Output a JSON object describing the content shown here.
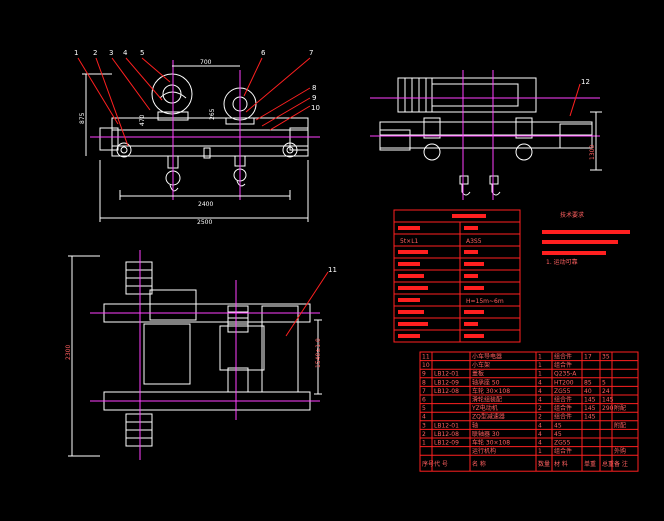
{
  "balloons": {
    "b1": "1",
    "b2": "2",
    "b3": "3",
    "b4": "4",
    "b5": "5",
    "b6": "6",
    "b7": "7",
    "b8": "8",
    "b9": "9",
    "b10": "10",
    "b11": "11",
    "b12": "12"
  },
  "dims": {
    "front_width": "2500",
    "front_inner": "2400",
    "front_top": "700",
    "front_height": "875",
    "front_small": "265",
    "front_left": "470",
    "plan_height": "2300",
    "plan_right": "1540±1.0",
    "side_height": "1300"
  },
  "tech_table": {
    "title": "",
    "rows": [
      {
        "c1": "",
        "c2": ""
      },
      {
        "c1": "5t×L1",
        "c2": "A3S5"
      },
      {
        "c1": "",
        "c2": ""
      },
      {
        "c1": "",
        "c2": ""
      },
      {
        "c1": "",
        "c2": ""
      },
      {
        "c1": "",
        "c2": ""
      },
      {
        "c1": "",
        "c2": "H=15m~6m"
      },
      {
        "c1": "",
        "c2": ""
      },
      {
        "c1": "",
        "c2": ""
      },
      {
        "c1": "",
        "c2": ""
      }
    ]
  },
  "tech_req": {
    "title": "技术要求",
    "note": "1. 运动可靠"
  },
  "bom": {
    "rows": [
      {
        "no": "11",
        "code": "",
        "name": "小车导电器",
        "qty": "1",
        "mat": "组合件",
        "wt": "17",
        "w2": "35",
        "note": ""
      },
      {
        "no": "10",
        "code": "",
        "name": "小车架",
        "qty": "1",
        "mat": "组合件",
        "wt": "",
        "w2": "",
        "note": ""
      },
      {
        "no": "9",
        "code": "LB12-01",
        "name": "盖板",
        "qty": "1",
        "mat": "Q235-A",
        "wt": "",
        "w2": "",
        "note": ""
      },
      {
        "no": "8",
        "code": "LB12-09",
        "name": "轴承座 50",
        "qty": "4",
        "mat": "HT200",
        "wt": "85",
        "w2": "5",
        "note": ""
      },
      {
        "no": "7",
        "code": "LB12-08",
        "name": "车轮 30×108",
        "qty": "4",
        "mat": "ZG55",
        "wt": "40",
        "w2": "24",
        "note": ""
      },
      {
        "no": "6",
        "code": "",
        "name": "滑轮组装配",
        "qty": "4",
        "mat": "组合件",
        "wt": "145",
        "w2": "145",
        "note": ""
      },
      {
        "no": "5",
        "code": "",
        "name": "YZ电动机",
        "qty": "2",
        "mat": "组合件",
        "wt": "145",
        "w2": "290",
        "note": "附配"
      },
      {
        "no": "4",
        "code": "",
        "name": "ZQ型减速器",
        "qty": "2",
        "mat": "组合件",
        "wt": "145",
        "w2": "",
        "note": ""
      },
      {
        "no": "3",
        "code": "LB12-01",
        "name": "轴",
        "qty": "4",
        "mat": "45",
        "wt": "",
        "w2": "",
        "note": "附配"
      },
      {
        "no": "2",
        "code": "LB12-08",
        "name": "联轴器 30",
        "qty": "4",
        "mat": "45",
        "wt": "",
        "w2": "",
        "note": ""
      },
      {
        "no": "1",
        "code": "LB12-09",
        "name": "车轮 30×108",
        "qty": "4",
        "mat": "ZG55",
        "wt": "",
        "w2": "",
        "note": ""
      },
      {
        "no": "",
        "code": "",
        "name": "运行机构",
        "qty": "1",
        "mat": "组合件",
        "wt": "",
        "w2": "",
        "note": "外购"
      }
    ],
    "header": {
      "no": "序号",
      "code": "代 号",
      "name": "名      称",
      "qty": "数量",
      "mat": "材  料",
      "wt": "单重",
      "w2": "总重",
      "note": "备 注"
    }
  }
}
